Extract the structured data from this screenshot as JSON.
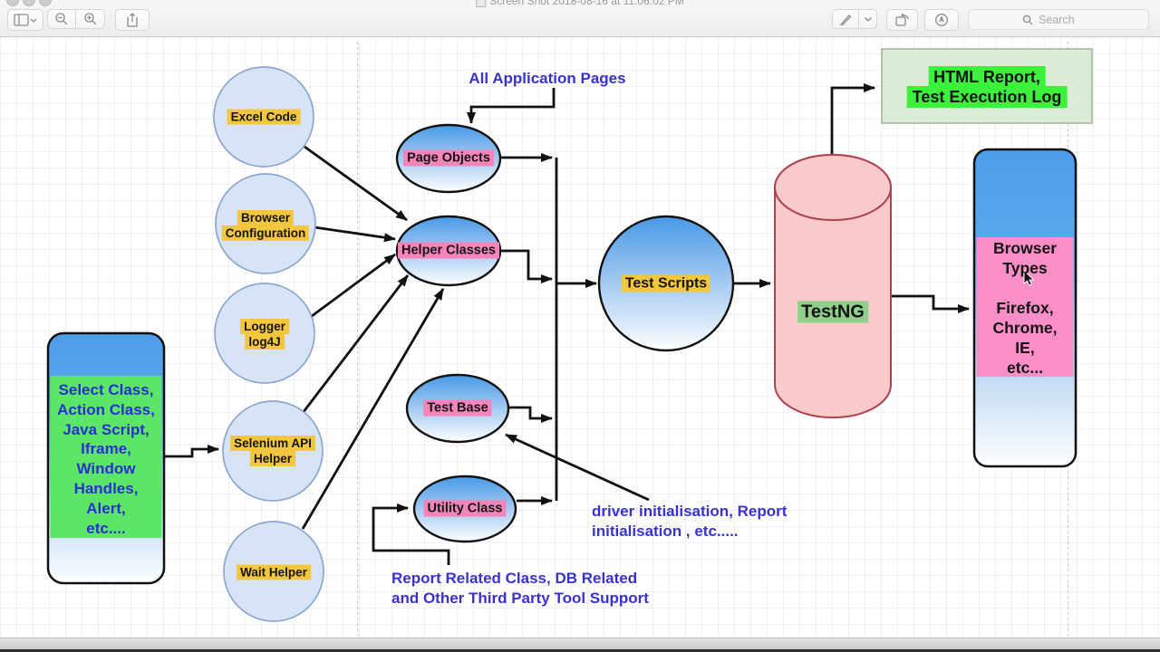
{
  "window": {
    "title": "Screen Shot 2018-08-16 at 11.06.02 PM",
    "search_placeholder": "Search"
  },
  "toolbar_icons": [
    "sidebar-view",
    "zoom-out",
    "zoom-in",
    "share",
    "markup-pen",
    "pen-dropdown",
    "rotate",
    "markup-toolbar",
    "search"
  ],
  "colors": {
    "yellow_label": "#f3c640",
    "pink_label": "#f584bb",
    "pink_band": "#f98fc6",
    "green_band": "#5be667",
    "green_label": "#90d08c",
    "green_highlight": "#3cf13c",
    "blue_text": "#3a32cd",
    "circle_fill": "#d7e4f6",
    "cylinder_fill": "#f8caca",
    "cylinder_border": "#ae4350",
    "report_box_fill": "#dcebd5"
  },
  "diagram": {
    "nodes": {
      "excel_code": "Excel Code",
      "browser_configuration": "Browser\nConfiguration",
      "logger": "Logger\nlog4J",
      "selenium_api_helper": "Selenium API\nHelper",
      "wait_helper": "Wait Helper",
      "page_objects": "Page Objects",
      "helper_classes": "Helper Classes",
      "test_base": "Test Base",
      "utility_class": "Utility Class",
      "test_scripts": "Test Scripts",
      "testng": "TestNG",
      "browser_types": "Browser\nTypes\n\nFirefox,\nChrome,\nIE,\netc...",
      "selenium_classes": "Select Class,\nAction Class,\nJava Script,\nIframe,\nWindow\nHandles,\nAlert,\netc....",
      "html_report": "HTML Report,\nTest Execution Log"
    },
    "annotations": {
      "all_application_pages": "All Application Pages",
      "driver_init": "driver initialisation, Report\ninitialisation , etc.....",
      "report_related": "Report Related Class, DB Related\nand Other Third Party Tool Support"
    }
  }
}
